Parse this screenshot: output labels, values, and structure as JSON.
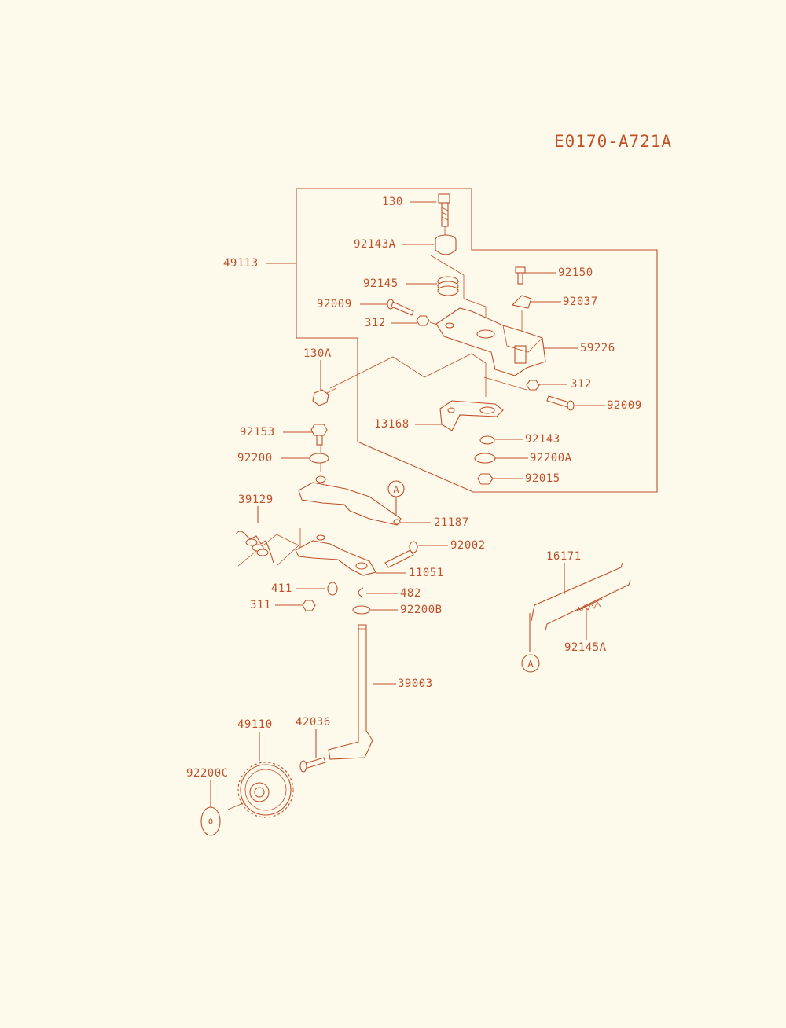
{
  "diagram": {
    "title": "E0170-A721A",
    "accent_color": "#c0502a",
    "background_color": "#fdfaec",
    "callout_marker": "A",
    "labels": {
      "p130": "130",
      "p92143A": "92143A",
      "p49113": "49113",
      "p92150": "92150",
      "p92145": "92145",
      "p92037": "92037",
      "p92009a": "92009",
      "p312a": "312",
      "p59226": "59226",
      "p130A": "130A",
      "p312b": "312",
      "p92009b": "92009",
      "p13168": "13168",
      "p92153": "92153",
      "p92143": "92143",
      "p92200": "92200",
      "p92200A": "92200A",
      "p92015": "92015",
      "p39129": "39129",
      "p21187": "21187",
      "p92002": "92002",
      "p11051": "11051",
      "p411": "411",
      "p482": "482",
      "p311": "311",
      "p92200B": "92200B",
      "p16171": "16171",
      "p92145A": "92145A",
      "p39003": "39003",
      "p49110": "49110",
      "p42036": "42036",
      "p92200C": "92200C"
    }
  }
}
